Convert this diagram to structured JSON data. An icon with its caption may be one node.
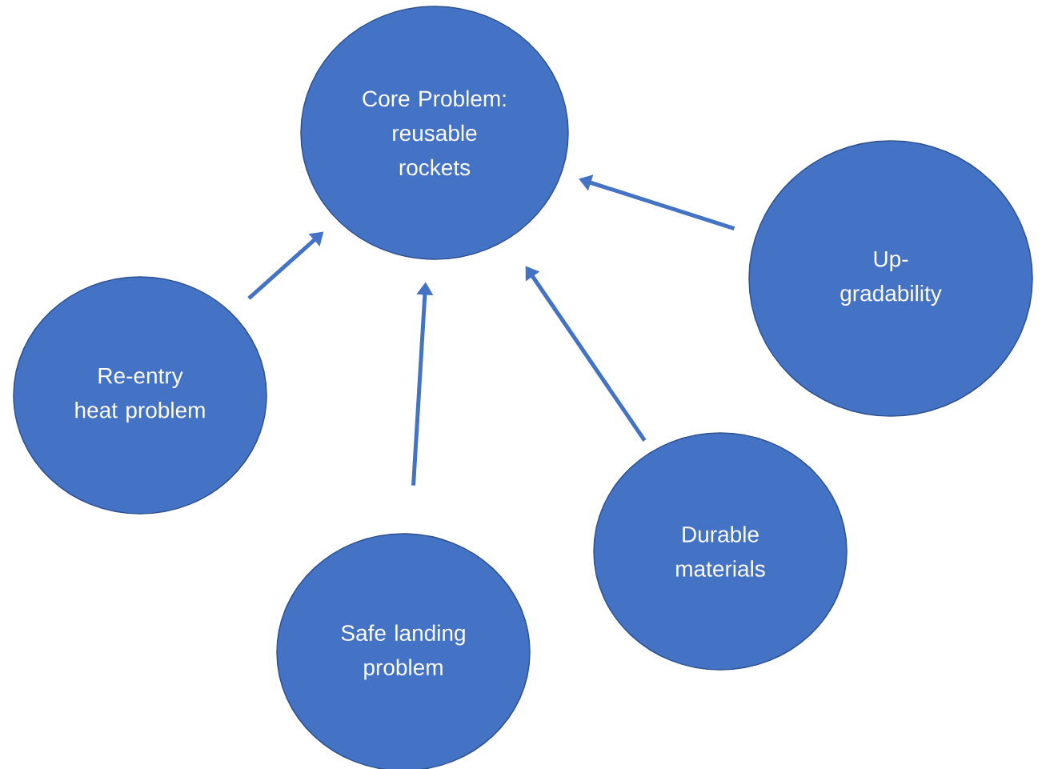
{
  "diagram": {
    "nodes": [
      {
        "text": [
          "Core Problem: reusable rockets"
        ]
      },
      {
        "text": [
          "Up-gradability"
        ]
      },
      {
        "text": [
          "Re-entry heat problem"
        ]
      },
      {
        "text": [
          "Durable materials"
        ]
      },
      {
        "text": [
          "Safe landing problem"
        ]
      }
    ],
    "edges": [
      {
        "from": 2,
        "to": 0,
        "arrow": "to"
      },
      {
        "from": 4,
        "to": 0,
        "arrow": "to"
      },
      {
        "from": 3,
        "to": 0,
        "arrow": "to"
      },
      {
        "from": 1,
        "to": 0,
        "arrow": "to"
      }
    ]
  }
}
